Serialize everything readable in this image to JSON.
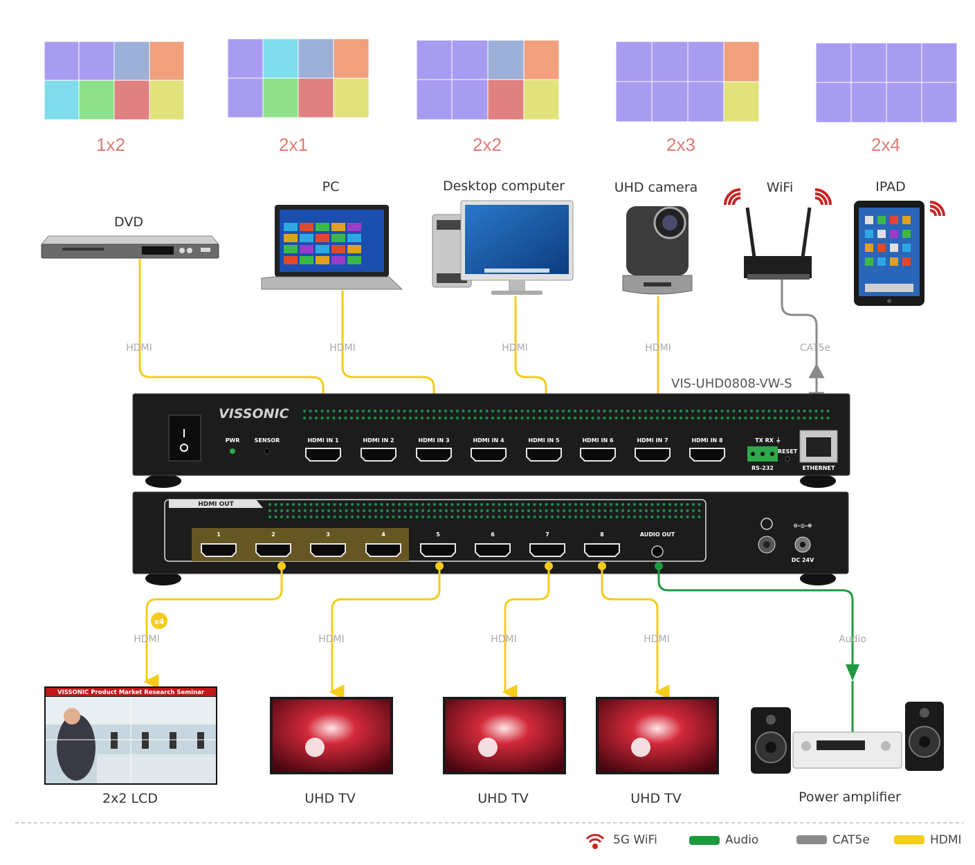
{
  "layouts": [
    {
      "label": "1x2"
    },
    {
      "label": "2x1"
    },
    {
      "label": "2x2"
    },
    {
      "label": "2x3"
    },
    {
      "label": "2x4"
    }
  ],
  "sources": [
    {
      "label": "DVD"
    },
    {
      "label": "PC"
    },
    {
      "label": "Desktop computer"
    },
    {
      "label": "UHD camera"
    },
    {
      "label": "WiFi"
    },
    {
      "label": "IPAD"
    }
  ],
  "connections_in": [
    "HDMI",
    "HDMI",
    "HDMI",
    "HDMI",
    "CAT5e"
  ],
  "device": {
    "model": "VIS-UHD0808-VW-S",
    "brand": "VISSONIC",
    "front": {
      "pwr": "PWR",
      "sensor": "SENSOR",
      "inputs": [
        "HDMI IN 1",
        "HDMI IN 2",
        "HDMI IN 3",
        "HDMI IN 4",
        "HDMI IN 5",
        "HDMI IN 6",
        "HDMI IN 7",
        "HDMI IN 8"
      ],
      "txrx": "TX RX ⏚",
      "rs232": "RS-232",
      "reset": "RESET",
      "ethernet": "ETHERNET"
    },
    "rear": {
      "hdmi_out": "HDMI OUT",
      "outputs": [
        "1",
        "2",
        "3",
        "4",
        "5",
        "6",
        "7",
        "8"
      ],
      "audio_out": "AUDIO OUT",
      "power_symbol": "⊖-◎-⊕",
      "dc": "DC 24V"
    }
  },
  "connections_out": [
    "HDMI",
    "HDMI",
    "HDMI",
    "HDMI",
    "Audio"
  ],
  "multiplier": "x4",
  "screen_banner": "VISSONIC  Product Market Research Seminar",
  "displays": [
    {
      "label": "2x2 LCD"
    },
    {
      "label": "UHD TV"
    },
    {
      "label": "UHD TV"
    },
    {
      "label": "UHD TV"
    },
    {
      "label": "Power amplifier"
    }
  ],
  "legend": [
    {
      "label": "5G WiFi",
      "color": "#cc2222"
    },
    {
      "label": "Audio",
      "color": "#1e9a3e"
    },
    {
      "label": "CAT5e",
      "color": "#8a8a8a"
    },
    {
      "label": "HDMI",
      "color": "#f5cc1a"
    }
  ],
  "colors": {
    "hdmi": "#f5cc1a",
    "audio": "#1e9a3e",
    "cat5e": "#8a8a8a",
    "wifi": "#cc2222",
    "purple": "#a89cf0",
    "cyan": "#7fdcec",
    "steel": "#9cb0d8",
    "orange": "#f0a07c",
    "green": "#8ee08a",
    "red": "#e08080",
    "yellow": "#e2e27c"
  }
}
